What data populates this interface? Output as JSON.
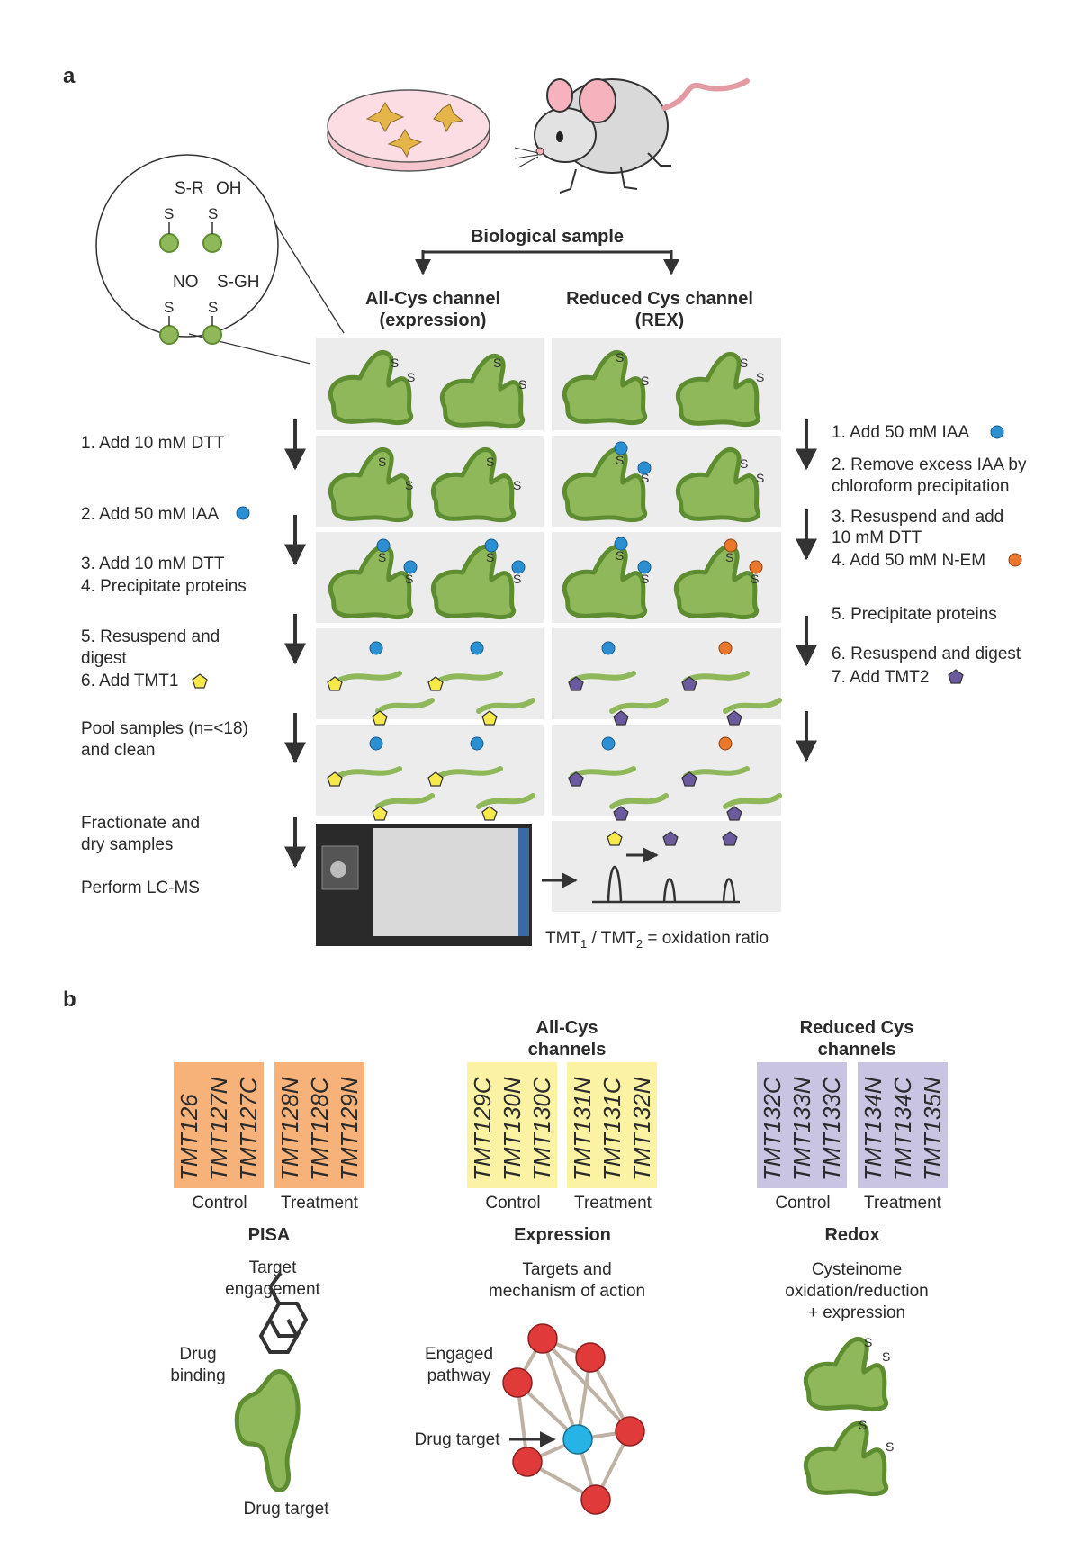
{
  "panel_a": {
    "label": "a",
    "biological_sample": "Biological sample",
    "inset": {
      "sr": "S-R",
      "oh": "OH",
      "no": "NO",
      "sgh": "S-GH",
      "s": "S"
    },
    "all_cys": {
      "line1": "All-Cys channel",
      "line2": "(expression)"
    },
    "reduced_cys": {
      "line1": "Reduced Cys channel",
      "line2": "(REX)"
    },
    "left_steps": [
      "1. Add 10 mM DTT",
      "2. Add 50 mM IAA",
      "3. Add 10 mM DTT",
      "4. Precipitate proteins",
      "5. Resuspend and",
      "digest",
      "6. Add TMT1",
      "Pool samples (n=<18)",
      "and clean",
      "Fractionate and",
      "dry samples",
      "Perform LC-MS"
    ],
    "right_steps": [
      "1. Add 50 mM IAA",
      "2. Remove excess IAA by",
      "chloroform precipitation",
      "3. Resuspend and add",
      "10 mM DTT",
      "4. Add 50 mM N-EM",
      "5. Precipitate proteins",
      "6. Resuspend and digest",
      "7. Add TMT2"
    ],
    "ratio": {
      "tmt": "TMT",
      "sub1": "1",
      "slash": " / TMT",
      "sub2": "2",
      "rest": " = oxidation ratio"
    }
  },
  "panel_b": {
    "label": "b",
    "pisa": {
      "channels_control": [
        "TMT126",
        "TMT127N",
        "TMT127C"
      ],
      "channels_treatment": [
        "TMT128N",
        "TMT128C",
        "TMT129N"
      ],
      "control": "Control",
      "treatment": "Treatment",
      "title": "PISA",
      "desc": [
        "Target",
        "engagement"
      ],
      "drug_binding": [
        "Drug",
        "binding"
      ],
      "drug_target": "Drug target"
    },
    "expression": {
      "header": [
        "All-Cys",
        "channels"
      ],
      "channels_control": [
        "TMT129C",
        "TMT130N",
        "TMT130C"
      ],
      "channels_treatment": [
        "TMT131N",
        "TMT131C",
        "TMT132N"
      ],
      "control": "Control",
      "treatment": "Treatment",
      "title": "Expression",
      "desc": [
        "Targets and",
        "mechanism of action"
      ],
      "engaged_pathway": [
        "Engaged",
        "pathway"
      ],
      "drug_target": "Drug target"
    },
    "redox": {
      "header": [
        "Reduced Cys",
        "channels"
      ],
      "channels_control": [
        "TMT132C",
        "TMT133N",
        "TMT133C"
      ],
      "channels_treatment": [
        "TMT134N",
        "TMT134C",
        "TMT135N"
      ],
      "control": "Control",
      "treatment": "Treatment",
      "title": "Redox",
      "desc": [
        "Cysteinome",
        "oxidation/reduction",
        "+ expression"
      ]
    }
  },
  "colors": {
    "protein": "#8fb85a",
    "iaa_blue": "#2b8fd1",
    "nem_orange": "#e9782d",
    "tmt1_yellow": "#f7e94a",
    "tmt2_purple": "#6b5b9e",
    "node_red": "#e03a3a",
    "node_blue": "#26b4e6"
  }
}
